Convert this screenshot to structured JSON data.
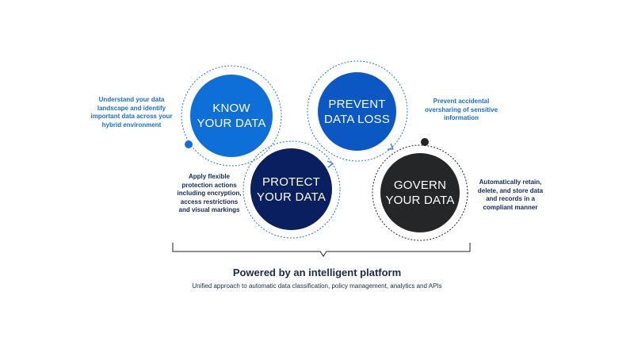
{
  "colors": {
    "know": "#0f6fd8",
    "prevent": "#0b57c4",
    "protect": "#0a1f5f",
    "govern": "#252628",
    "dash": "#2a75c9",
    "desc_light": "#1a6fcd",
    "desc_dark": "#16285a",
    "bracket": "#222222"
  },
  "pillars": {
    "know": {
      "line1": "KNOW",
      "line2": "YOUR DATA",
      "description": "Understand your data landscape and identify important data across your hybrid environment"
    },
    "prevent": {
      "line1": "PREVENT",
      "line2": "DATA LOSS",
      "description": "Prevent accidental oversharing of sensitive information"
    },
    "protect": {
      "line1": "PROTECT",
      "line2": "YOUR DATA",
      "description": "Apply flexible protection actions including encryption, access restrictions and visual markings"
    },
    "govern": {
      "line1": "GOVERN",
      "line2": "YOUR DATA",
      "description": "Automatically retain, delete, and store data and records in a compliant manner"
    }
  },
  "platform": {
    "title": "Powered by an intelligent platform",
    "subtitle": "Unified approach to automatic data classification, policy management, analytics and APIs"
  }
}
